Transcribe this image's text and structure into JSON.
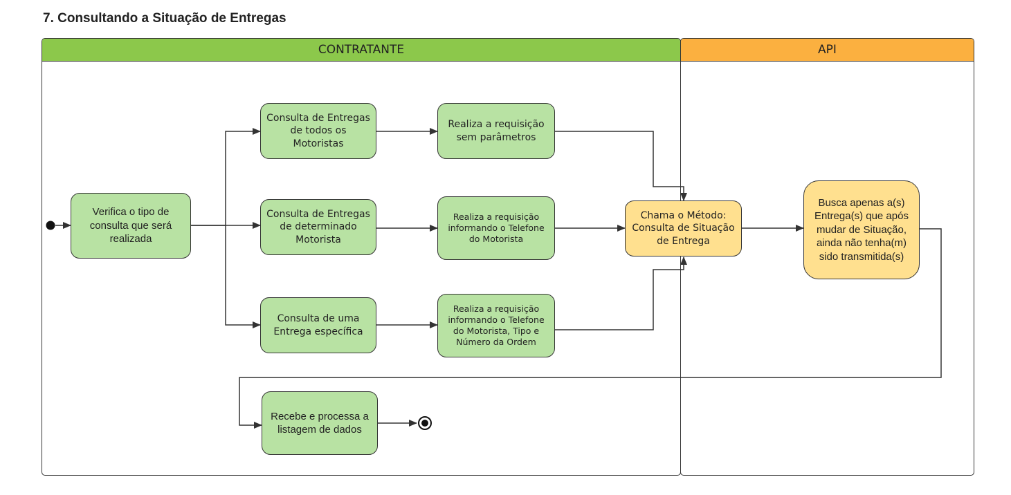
{
  "title": "7. Consultando a Situação de Entregas",
  "colors": {
    "contratante_header": "#8cc84b",
    "api_header": "#fbb040",
    "activity_green": "#b8e2a3",
    "activity_yellow": "#ffe08f",
    "stroke": "#333333"
  },
  "lanes": {
    "contratante": "CONTRATANTE",
    "api": "API"
  },
  "nodes": {
    "verifica": "Verifica o tipo de consulta que será realizada",
    "consulta_todos": "Consulta de Entregas de todos os Motoristas",
    "consulta_determinado": "Consulta de Entregas de determinado Motorista",
    "consulta_especifica": "Consulta de uma Entrega específica",
    "req_sem_param": "Realiza a requisição sem parâmetros",
    "req_telefone": "Realiza a requisição informando o Telefone do Motorista",
    "req_telefone_tipo": "Realiza a requisição informando o Telefone do Motorista, Tipo e Número da Ordem",
    "chama_metodo": "Chama o Método: Consulta de Situação de Entrega",
    "busca": "Busca apenas a(s) Entrega(s) que após mudar de Situação, ainda não tenha(m) sido transmitida(s)",
    "recebe": "Recebe e processa a listagem de dados"
  },
  "markers": {
    "start": "start-node",
    "end": "end-node"
  }
}
